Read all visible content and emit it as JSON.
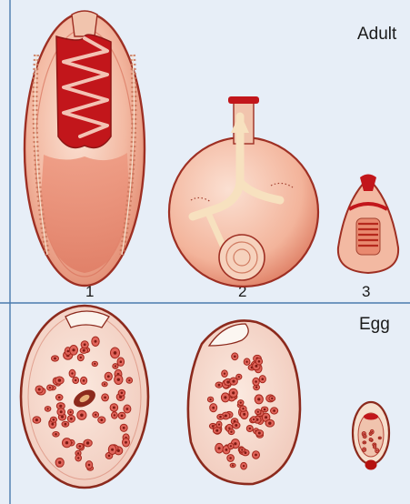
{
  "panels": {
    "adult": {
      "label": "Adult",
      "numbers": [
        "1",
        "2",
        "3"
      ]
    },
    "egg": {
      "label": "Egg"
    }
  },
  "colors": {
    "panel_background": "#e7eef7",
    "frame_line": "#4a7aae",
    "body_outline": "#9e2f23",
    "body_fill": "#f2b9a4",
    "body_deep": "#e3806b",
    "organ_red": "#c2161b",
    "gland_cream": "#fbe7c6",
    "egg_shell": "#8c2a1d",
    "egg_interior": "#f7ddd0",
    "cell_fill": "#e0645a"
  },
  "icons": [
    "trematode-adult-icon",
    "cestode-scolex-icon",
    "egg-icon"
  ]
}
